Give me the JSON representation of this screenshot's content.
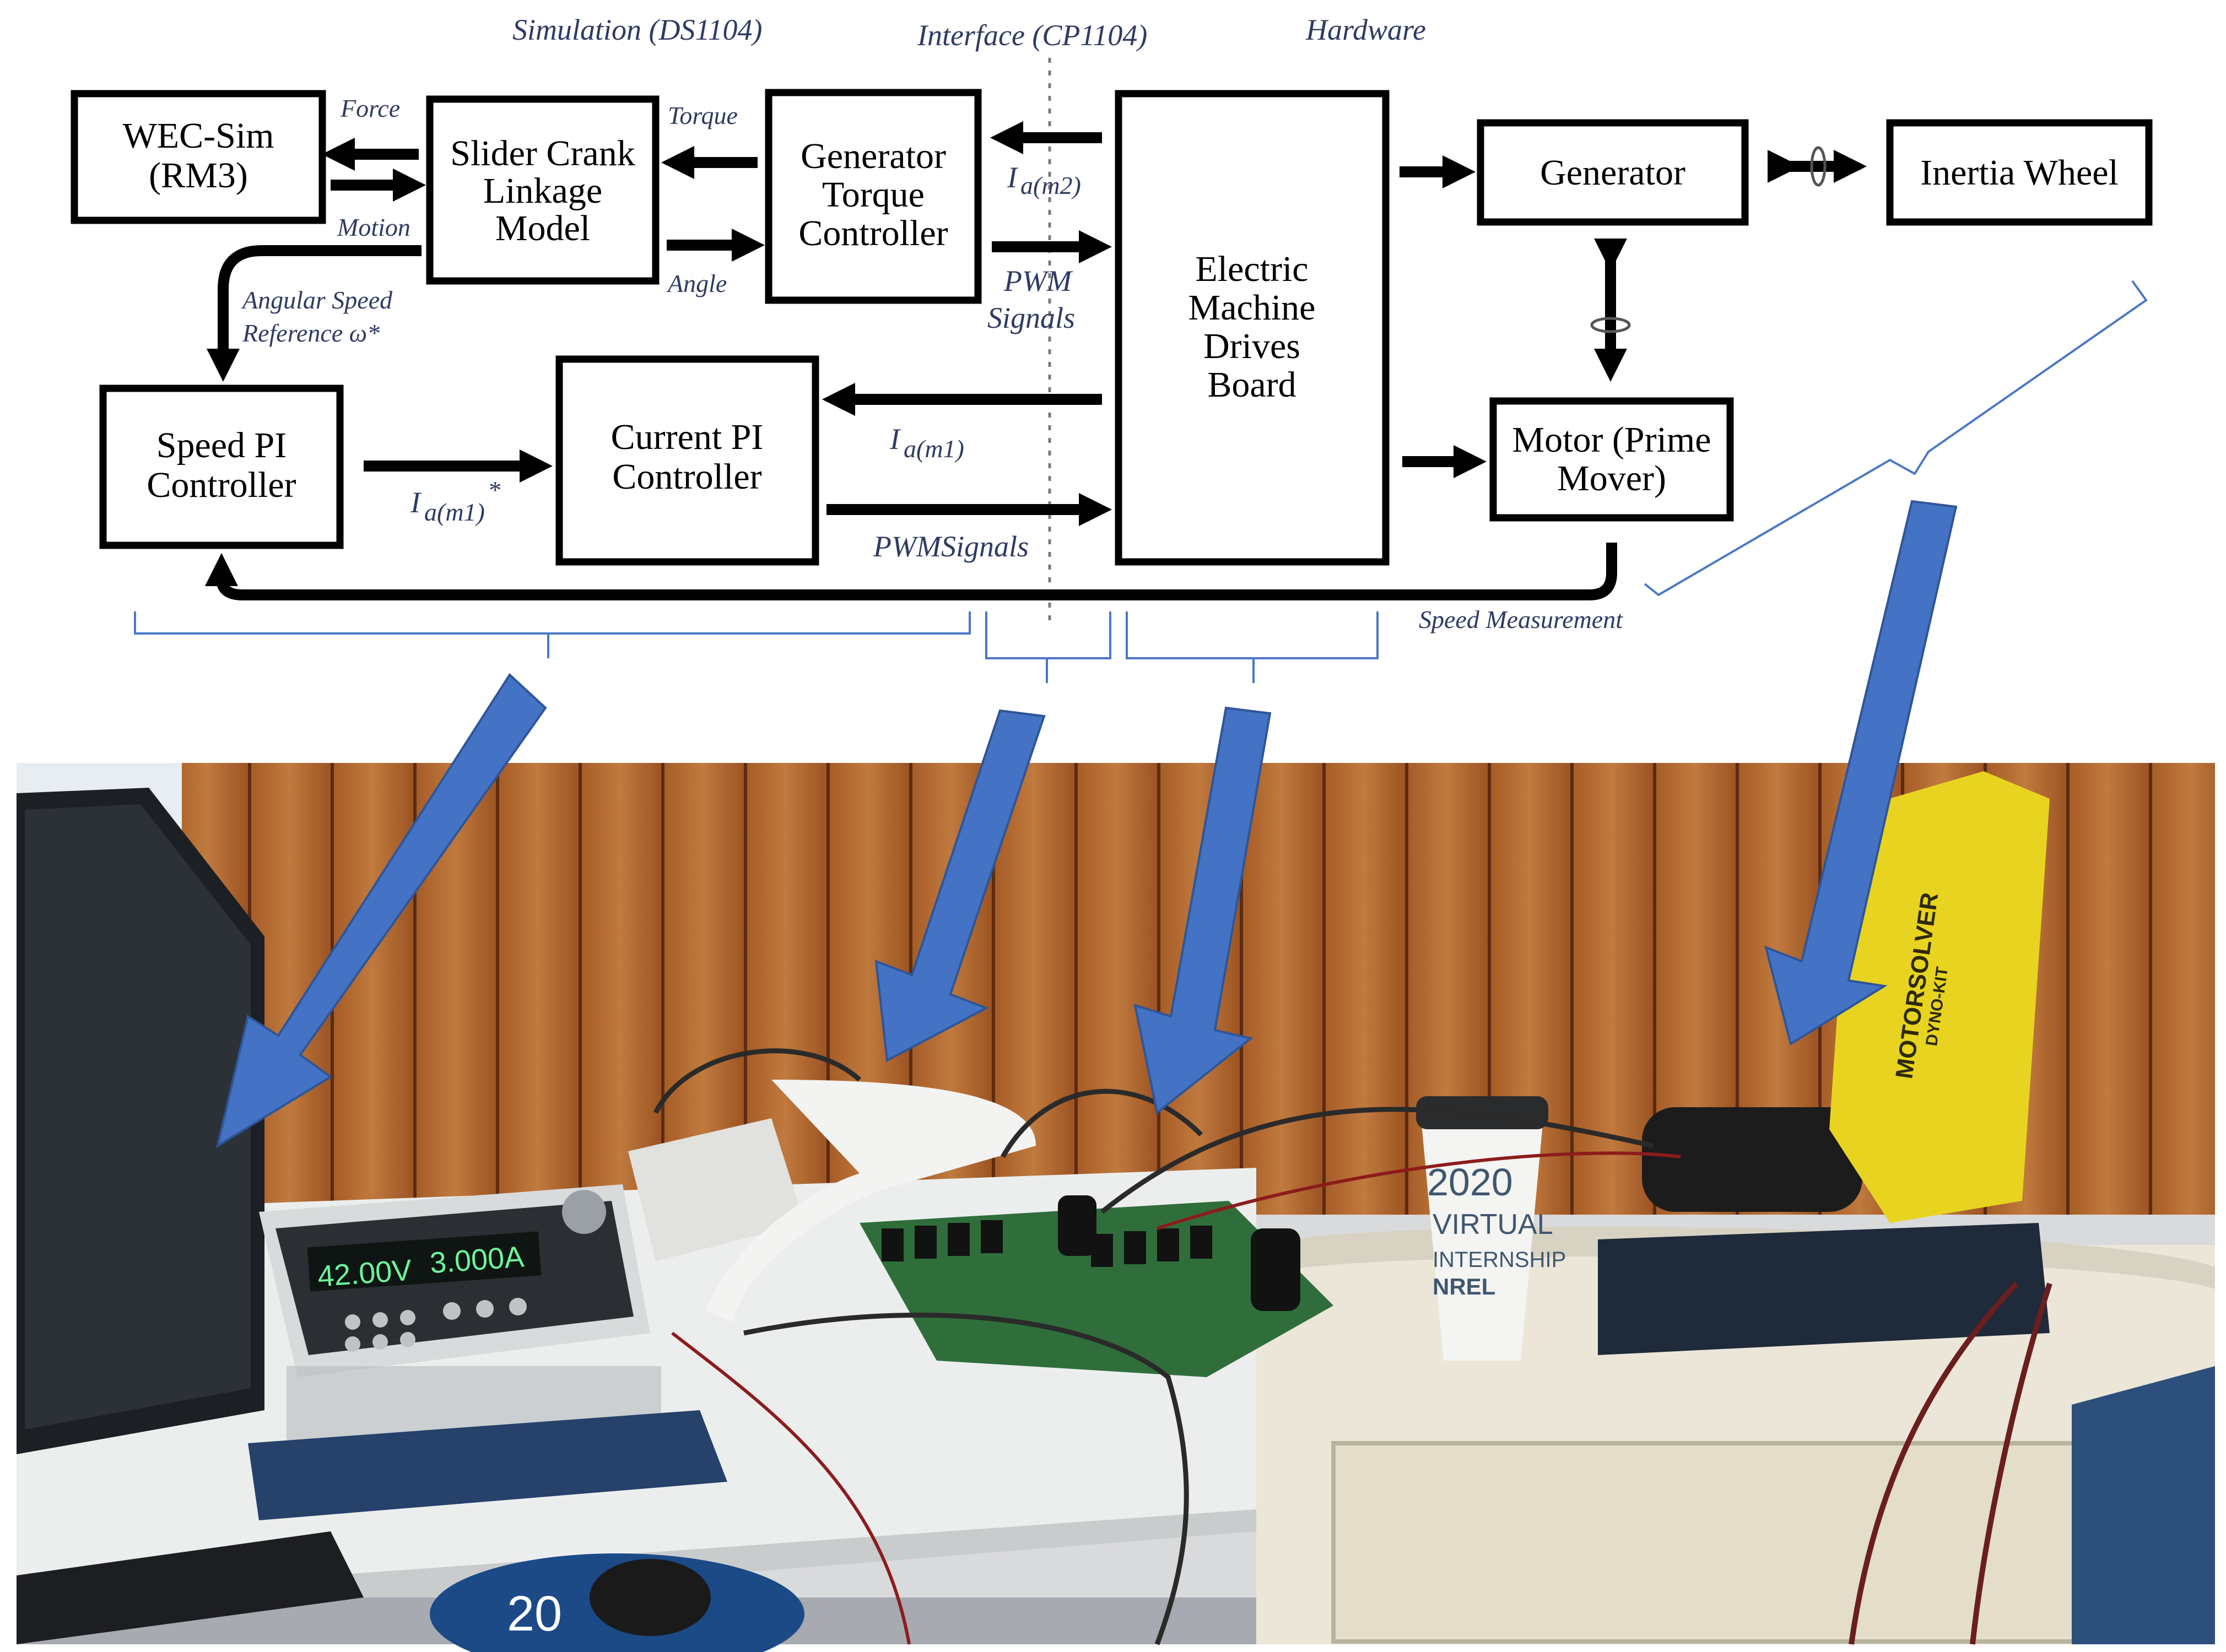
{
  "sections": {
    "simulation": "Simulation (DS1104)",
    "interface": "Interface (CP1104)",
    "hardware": "Hardware"
  },
  "blocks": {
    "wec_sim": [
      "WEC-Sim",
      "(RM3)"
    ],
    "slider_crank": [
      "Slider Crank",
      "Linkage",
      "Model"
    ],
    "gen_torque": [
      "Generator",
      "Torque",
      "Controller"
    ],
    "drives_board": [
      "Electric",
      "Machine",
      "Drives",
      "Board"
    ],
    "generator": [
      "Generator"
    ],
    "inertia_wheel": [
      "Inertia Wheel"
    ],
    "speed_pi": [
      "Speed PI",
      "Controller"
    ],
    "current_pi": [
      "Current PI",
      "Controller"
    ],
    "motor": [
      "Motor (Prime",
      "Mover)"
    ]
  },
  "signals": {
    "force": "Force",
    "motion": "Motion",
    "torque": "Torque",
    "angle": "Angle",
    "angular_speed": [
      "Angular Speed",
      "Reference ω*"
    ],
    "ia_m2": {
      "main": "I",
      "sub": "a(m2)"
    },
    "ia_m1": {
      "main": "I",
      "sub": "a(m1)"
    },
    "ia_m1_ref": {
      "main": "I",
      "sub": "a(m1)",
      "sup": "*"
    },
    "pwm_signals_top": [
      "PWM",
      "Signals"
    ],
    "pwm_signals_bottom": "PWMSignals",
    "speed_measurement": "Speed Measurement"
  },
  "photo": {
    "power_supply_display": [
      "42.00V",
      "3.000A"
    ],
    "cup_text": [
      "2020",
      "VIRTUAL",
      "INTERNSHIP",
      "NREL"
    ],
    "dyno_text": [
      "MOTORSOLVER",
      "DYNO-KIT"
    ],
    "mousepad_text": "20"
  },
  "colors": {
    "signal_label": "#2f3b62",
    "brace": "#4a78c8",
    "pointer_arrow": "#4472c4",
    "dyno_yellow": "#e8d420",
    "wall_wood": "#b4682e",
    "board_green": "#2f6e3a"
  }
}
